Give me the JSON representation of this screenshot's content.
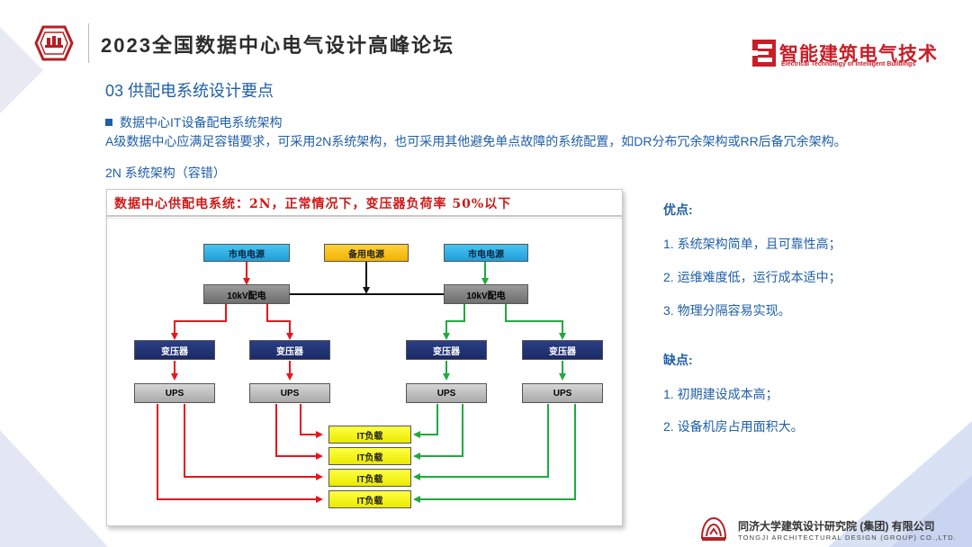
{
  "header": {
    "title": "2023全国数据中心电气设计高峰论坛",
    "brand_name": "智能建筑电气技术",
    "brand_subtitle": "Electrical Technology of Intelligent Buildings"
  },
  "content": {
    "section_title": "03  供配电系统设计要点",
    "bullet": "数据中心IT设备配电系统架构",
    "description": "A级数据中心应满足容错要求，可采用2N系统架构，也可采用其他避免单点故障的系统配置，如DR分布冗余架构或RR后备冗余架构。",
    "subsection": "2N 系统架构（容错）"
  },
  "diagram": {
    "title": "数据中心供配电系统：2N，正常情况下，变压器负荷率  50%以下",
    "grid_power": "市电电源",
    "backup_power": "备用电源",
    "distribution": "10kV配电",
    "transformer": "变压器",
    "ups": "UPS",
    "it_load": "IT负载",
    "colors": {
      "path_a": "#e8141c",
      "path_b": "#1faa3c",
      "backup": "#111111"
    }
  },
  "advantages": {
    "heading": "优点:",
    "items": [
      "1.  系统架构简单，且可靠性高；",
      "2.  运维难度低，运行成本适中；",
      "3.  物理分隔容易实现。"
    ]
  },
  "disadvantages": {
    "heading": "缺点:",
    "items": [
      "1. 初期建设成本高；",
      "2. 设备机房占用面积大。"
    ]
  },
  "footer": {
    "org_cn": "同济大学建筑设计研究院 (集团) 有限公司",
    "org_en": "TONGJI ARCHITECTURAL DESIGN (GROUP) CO.,LTD."
  }
}
